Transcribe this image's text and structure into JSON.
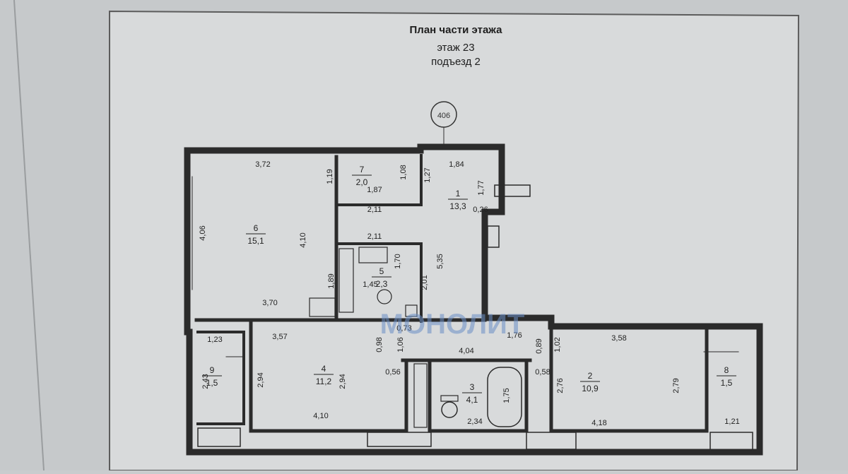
{
  "header": {
    "title": "План части этажа",
    "floor": "этаж 23",
    "entrance": "подъезд 2"
  },
  "section_marker": "406",
  "watermark": "МОНОЛИТ",
  "rooms": [
    {
      "num": "6",
      "area": "15,1"
    },
    {
      "num": "7",
      "area": "2,0"
    },
    {
      "num": "1",
      "area": "13,3"
    },
    {
      "num": "5",
      "area": "2,3"
    },
    {
      "num": "4",
      "area": "11,2"
    },
    {
      "num": "9",
      "area": "1,5"
    },
    {
      "num": "3",
      "area": "4,1"
    },
    {
      "num": "2",
      "area": "10,9"
    },
    {
      "num": "8",
      "area": "1,5"
    }
  ],
  "dimensions": [
    "3,72",
    "1,19",
    "1,08",
    "1,27",
    "1,84",
    "1,77",
    "1,87",
    "2,11",
    "0,26",
    "4,06",
    "4,10",
    "2,11",
    "1,70",
    "5,35",
    "1,89",
    "1,45",
    "2,01",
    "3,70",
    "0,73",
    "1,76",
    "1,23",
    "3,57",
    "0,98",
    "1,06",
    "0,89",
    "1,02",
    "3,58",
    "4,04",
    "2,43",
    "2,94",
    "2,94",
    "0,56",
    "0,58",
    "2,76",
    "2,79",
    "1,75",
    "4,10",
    "2,34",
    "4,18",
    "1,21"
  ],
  "colors": {
    "paper": "#d8dadb",
    "line": "#2b2b2b",
    "watermark": "#6b8fc7"
  }
}
